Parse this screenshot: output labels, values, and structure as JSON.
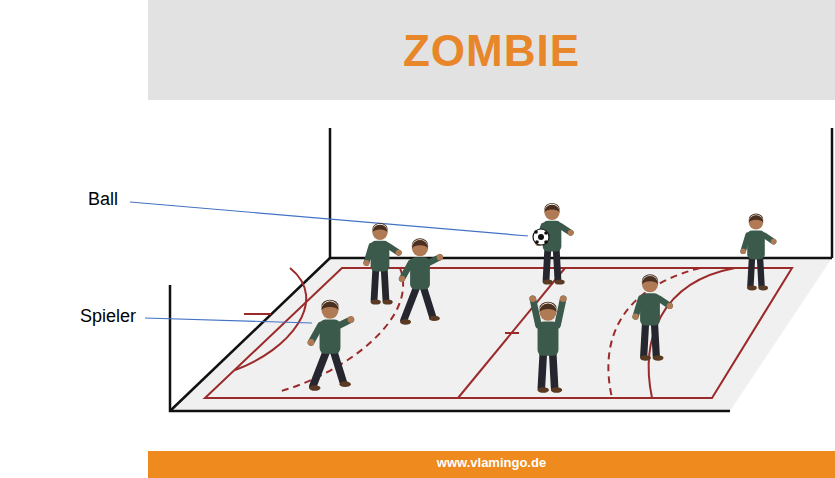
{
  "diagram": {
    "title": "ZOMBIE",
    "labels": [
      "Ball",
      "Spieler",
      "www.vlamingo.de"
    ]
  }
}
